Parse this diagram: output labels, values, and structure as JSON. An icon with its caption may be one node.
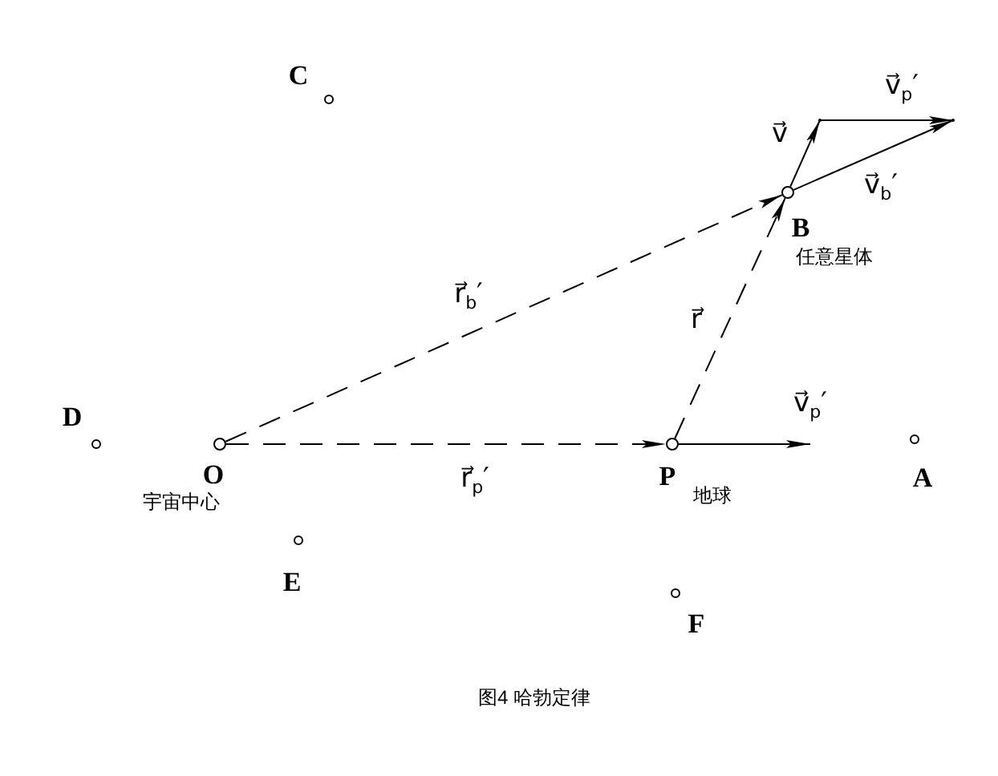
{
  "diagram": {
    "caption": "图4 哈勃定律",
    "nodes": [
      {
        "text": [],
        "shape": "circle",
        "beside": [
          "C"
        ]
      },
      {
        "text": [],
        "shape": "point"
      },
      {
        "text": [],
        "shape": "point"
      },
      {
        "text": [],
        "shape": "circle",
        "beside": [
          "B",
          "任意星体"
        ]
      },
      {
        "text": [],
        "shape": "circle",
        "beside": [
          "D"
        ]
      },
      {
        "text": [],
        "shape": "circle",
        "beside": [
          "O",
          "宇宙中心"
        ]
      },
      {
        "text": [],
        "shape": "circle",
        "beside": [
          "P",
          "地球"
        ]
      },
      {
        "text": [],
        "shape": "circle",
        "beside": [
          "A"
        ]
      },
      {
        "text": [],
        "shape": "circle",
        "beside": [
          "E"
        ]
      },
      {
        "text": [],
        "shape": "circle",
        "beside": [
          "F"
        ]
      }
    ],
    "edges": [
      {
        "from": 5,
        "to": 6,
        "arrow": "to",
        "style": "dashed",
        "label": "r⃗$_{p}$′"
      },
      {
        "from": 5,
        "to": 3,
        "arrow": "to",
        "style": "dashed",
        "label": "r⃗$_{b}$′"
      },
      {
        "from": 6,
        "to": 3,
        "arrow": "to",
        "style": "dashed",
        "label": "r⃗"
      },
      {
        "from": 3,
        "to": 1,
        "arrow": "to",
        "label": "v⃗"
      },
      {
        "from": 1,
        "to": 2,
        "arrow": "to",
        "label": "v⃗$_{p}$′"
      },
      {
        "from": 3,
        "to": 2,
        "arrow": "to",
        "label": "v⃗$_{b}$′"
      },
      {
        "from": 6,
        "to": null,
        "arrow": "to",
        "label": "v⃗$_{p}$′"
      }
    ]
  }
}
